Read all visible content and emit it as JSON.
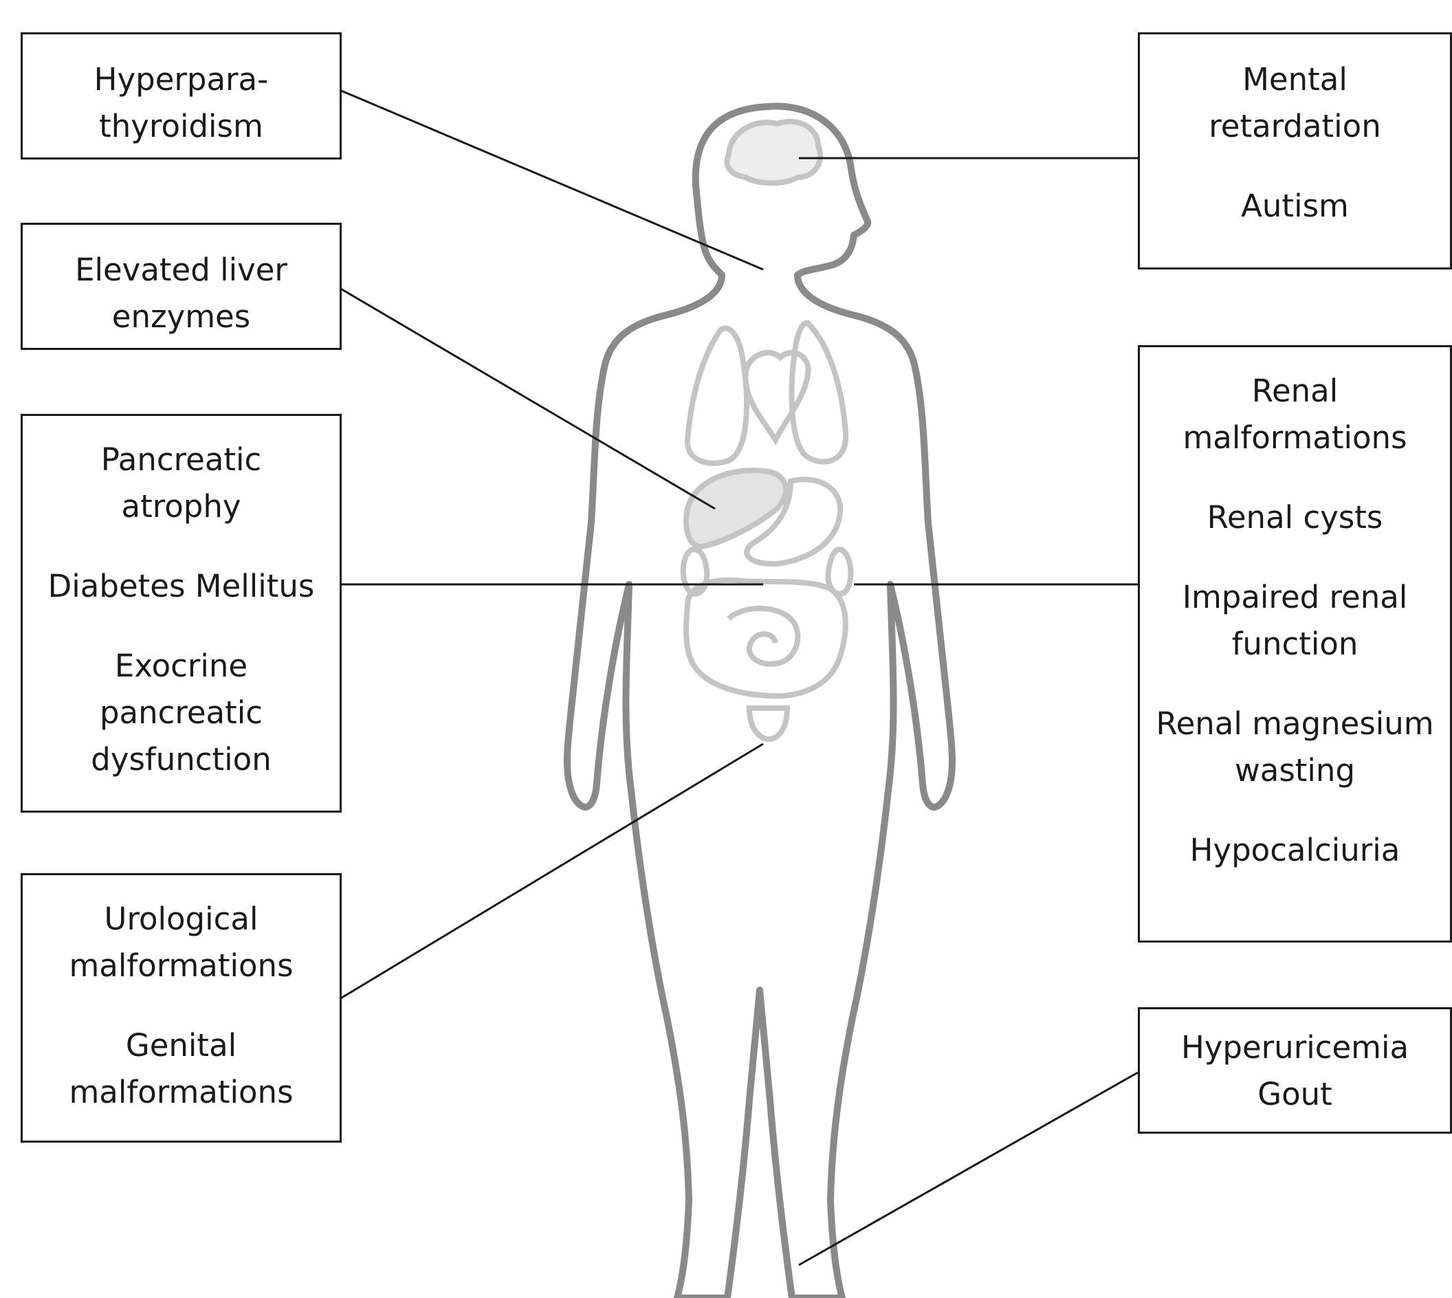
{
  "colors": {
    "box_border": "#1a1a1a",
    "text": "#1a1a1a",
    "leader_line": "#1a1a1a",
    "body_outline": "#8a8a8a",
    "organ_outline": "#c4c4c4",
    "organ_fill": "#e6e6e6"
  },
  "boxes": {
    "hyperparathyroidism": {
      "items": [
        [
          "Hyperpara-",
          "thyroidism"
        ]
      ]
    },
    "liver": {
      "items": [
        [
          "Elevated liver",
          "enzymes"
        ]
      ]
    },
    "pancreas": {
      "items": [
        [
          "Pancreatic",
          "atrophy"
        ],
        [
          "Diabetes Mellitus"
        ],
        [
          "Exocrine",
          "pancreatic",
          "dysfunction"
        ]
      ]
    },
    "urogenital": {
      "items": [
        [
          "Urological",
          "malformations"
        ],
        [
          "Genital",
          "malformations"
        ]
      ]
    },
    "brain": {
      "items": [
        [
          "Mental",
          "retardation"
        ],
        [
          "Autism"
        ]
      ]
    },
    "kidney": {
      "items": [
        [
          "Renal",
          "malformations"
        ],
        [
          "Renal cysts"
        ],
        [
          "Impaired renal",
          "function"
        ],
        [
          "Renal magnesium",
          "wasting"
        ],
        [
          "Hypocalciuria"
        ]
      ]
    },
    "gout": {
      "items": [
        [
          "Hyperuricemia"
        ],
        [
          "Gout"
        ]
      ]
    }
  }
}
